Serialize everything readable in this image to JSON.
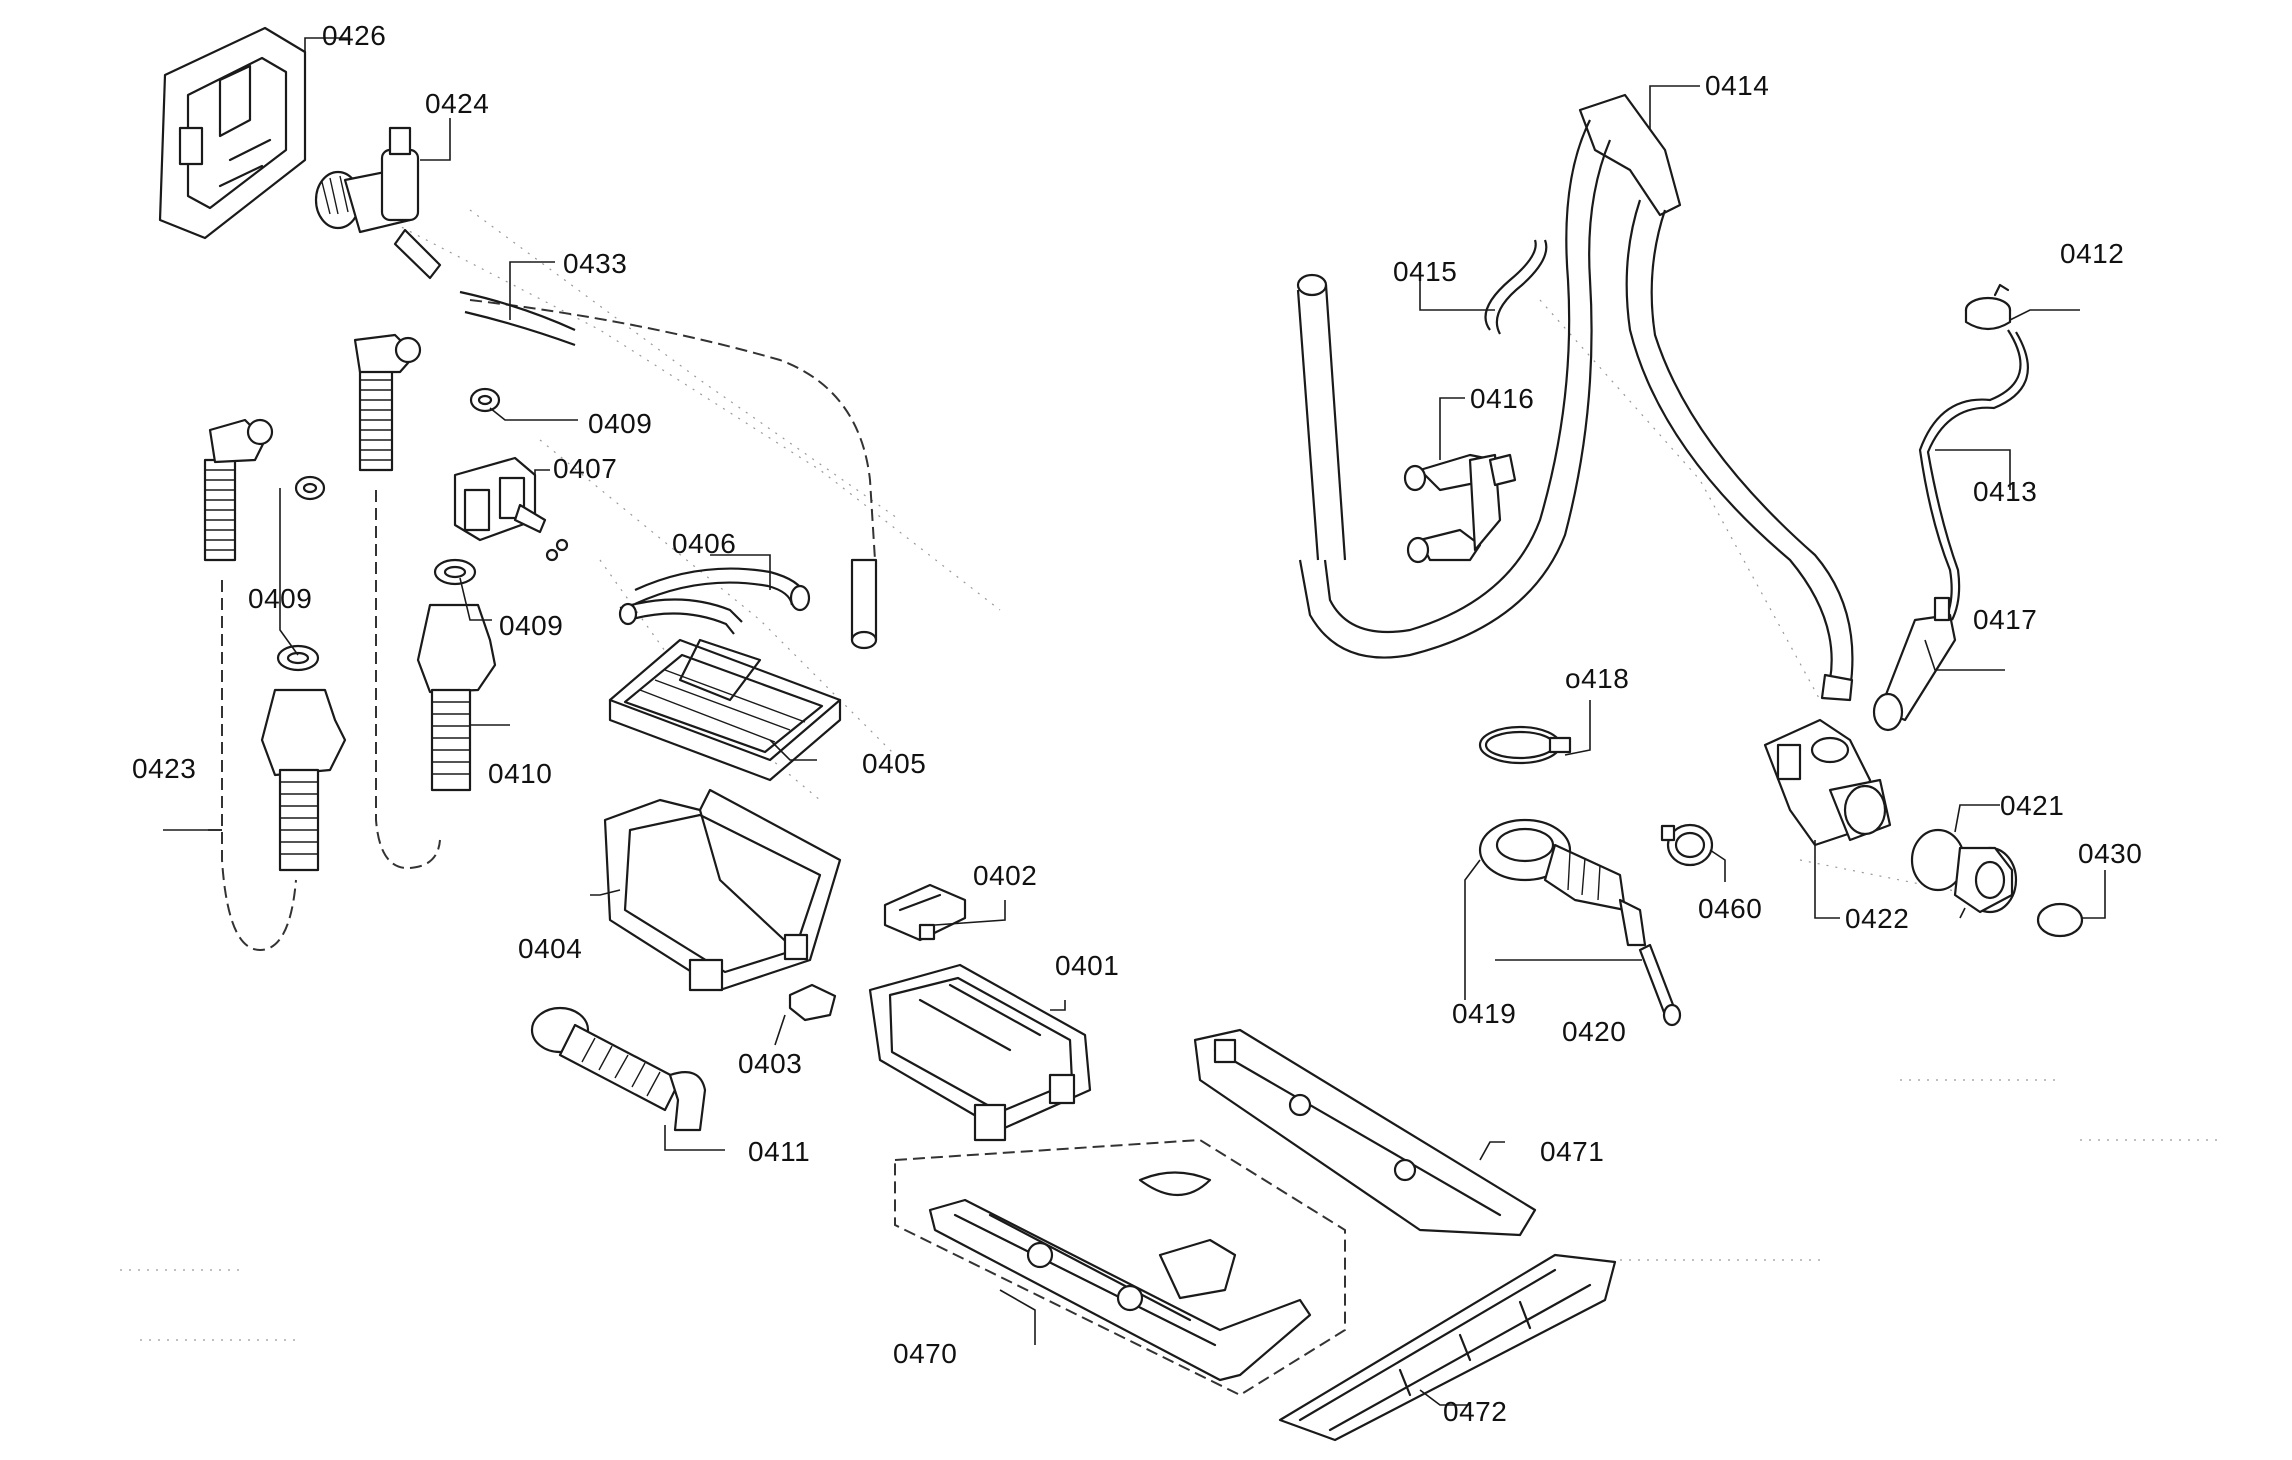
{
  "callouts": {
    "c0426": "0426",
    "c0424": "0424",
    "c0433": "0433",
    "c0409a": "0409",
    "c0407": "0407",
    "c0409b": "0409",
    "c0409c": "0409",
    "c0406": "0406",
    "c0423": "0423",
    "c0410": "0410",
    "c0405": "0405",
    "c0402": "0402",
    "c0404": "0404",
    "c0401": "0401",
    "c0403": "0403",
    "c0411": "0411",
    "c0470": "0470",
    "c0471": "0471",
    "c0472": "0472",
    "c0414": "0414",
    "c0415": "0415",
    "c0416": "0416",
    "c0412": "0412",
    "c0413": "0413",
    "c0417": "0417",
    "c0418": "ο418",
    "c0421": "0421",
    "c0430": "0430",
    "c0460": "0460",
    "c0422": "0422",
    "c0419": "0419",
    "c0420": "0420"
  }
}
